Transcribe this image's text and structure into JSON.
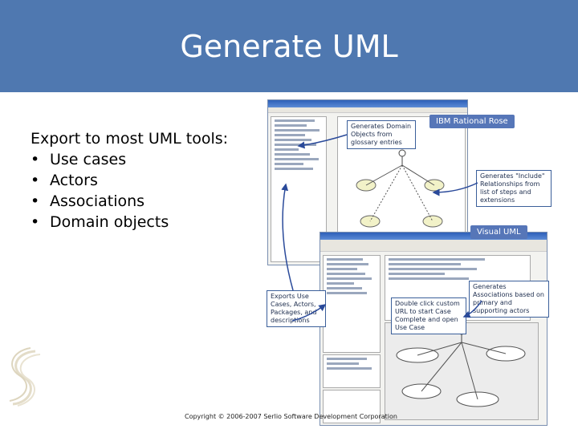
{
  "slide": {
    "title": "Generate UML",
    "intro": "Export to most UML tools:",
    "bullets": [
      "Use cases",
      "Actors",
      "Associations",
      "Domain objects"
    ],
    "footer": "Copyright © 2006-2007 Serlio Software Development Corporation"
  },
  "collage": {
    "tag_rose": "IBM Rational Rose",
    "tag_visual": "Visual UML",
    "callout_domain": "Generates Domain Objects from glossary entries",
    "callout_include": "Generates \"Include\" Relationships from list of steps and extensions",
    "callout_exports": "Exports Use Cases, Actors, Packages, and descriptions",
    "callout_assoc": "Generates Associations based on primary and supporting actors",
    "callout_dblclick": "Double click custom URL to start Case Complete and open Use Case"
  },
  "colors": {
    "header": "#4f78b0",
    "accent": "#5676b8"
  }
}
